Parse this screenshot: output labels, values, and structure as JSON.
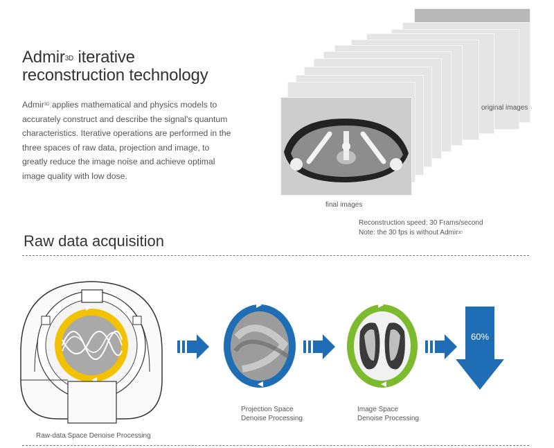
{
  "header": {
    "title_brand": "Admir",
    "title_sup": "3D",
    "title_rest": " iterative",
    "title_line2": "reconstruction technology"
  },
  "intro": {
    "brand": "Admir",
    "sup": "3D",
    "text": " applies mathematical and physics models to accurately construct and describe the signal's quantum characteristics. Iterative operations are performed in the three spaces of raw data, projection and image, to greatly reduce the image noise and achieve optimal image quality with low dose."
  },
  "image_stack": {
    "original_label": "original images",
    "final_label": "final images"
  },
  "speed_note": {
    "line1": "Reconstruction speed: 30 Frams/second",
    "line2_prefix": "Note: the 30 fps is without Admir",
    "line2_sup": "3D"
  },
  "section": {
    "title": "Raw data acquisition"
  },
  "steps": {
    "raw_label": "Raw-data Space Denoise Processing",
    "projection_label_1": "Projection Space",
    "projection_label_2": "Denoise Processing",
    "image_label_1": "Image Space",
    "image_label_2": "Denoise Processing",
    "reduction_value": "60%"
  },
  "colors": {
    "blue": "#1f6db4",
    "yellow": "#f2c200",
    "green": "#7cbb2e"
  }
}
